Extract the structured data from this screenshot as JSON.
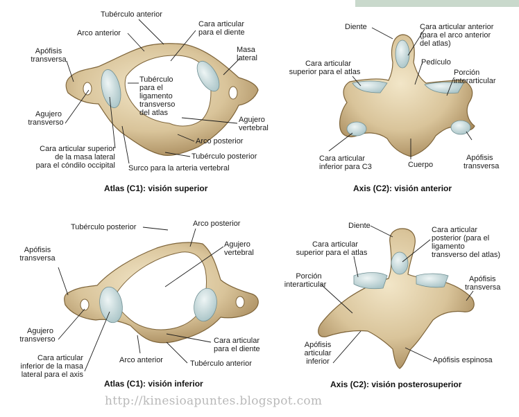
{
  "colors": {
    "bone": "#d9c49a",
    "bone_dark": "#a8895a",
    "bone_light": "#efe3c4",
    "cartilage": "#cfe0e2",
    "band": "#c9d9cc",
    "leader": "#1a1a1a"
  },
  "atlas_sup": {
    "caption": "Atlas (C1): visión superior",
    "tuberculo_anterior": "Tubérculo anterior",
    "arco_anterior": "Arco anterior",
    "cara_diente_1": "Cara articular",
    "cara_diente_2": "para el diente",
    "apofisis_1": "Apófisis",
    "apofisis_2": "transversa",
    "masa_1": "Masa",
    "masa_2": "lateral",
    "tub_lig_1": "Tubérculo",
    "tub_lig_2": "para el",
    "tub_lig_3": "ligamento",
    "tub_lig_4": "transverso",
    "tub_lig_5": "del atlas",
    "agujero_tr_1": "Agujero",
    "agujero_tr_2": "transverso",
    "agujero_v_1": "Agujero",
    "agujero_v_2": "vertebral",
    "arco_posterior": "Arco posterior",
    "cara_sup_1": "Cara articular superior",
    "cara_sup_2": "de la masa lateral",
    "cara_sup_3": "para el cóndilo occipital",
    "tuberculo_posterior": "Tubérculo posterior",
    "surco": "Surco para la arteria vertebral"
  },
  "axis_ant": {
    "caption": "Axis (C2): visión anterior",
    "diente": "Diente",
    "cara_ant_1": "Cara articular anterior",
    "cara_ant_2": "(para el arco anterior",
    "cara_ant_3": "del atlas)",
    "cara_sup_1": "Cara articular",
    "cara_sup_2": "superior para el atlas",
    "pediculo": "Pedículo",
    "porcion_1": "Porción",
    "porcion_2": "interarticular",
    "cara_inf_1": "Cara articular",
    "cara_inf_2": "inferior para C3",
    "cuerpo": "Cuerpo",
    "apofisis_1": "Apófisis",
    "apofisis_2": "transversa"
  },
  "atlas_inf": {
    "caption": "Atlas (C1): visión inferior",
    "tuberculo_posterior": "Tubérculo posterior",
    "arco_posterior": "Arco posterior",
    "agujero_v_1": "Agujero",
    "agujero_v_2": "vertebral",
    "apofisis_1": "Apófisis",
    "apofisis_2": "transversa",
    "agujero_tr_1": "Agujero",
    "agujero_tr_2": "transverso",
    "cara_inf_1": "Cara articular",
    "cara_inf_2": "inferior de la masa",
    "cara_inf_3": "lateral para el axis",
    "cara_diente_1": "Cara articular",
    "cara_diente_2": "para el diente",
    "arco_anterior": "Arco anterior",
    "tuberculo_anterior": "Tubérculo anterior"
  },
  "axis_post": {
    "caption": "Axis (C2): visión posterosuperior",
    "diente": "Diente",
    "cara_post_1": "Cara articular",
    "cara_post_2": "posterior (para el",
    "cara_post_3": "ligamento",
    "cara_post_4": "transverso del atlas)",
    "cara_sup_1": "Cara articular",
    "cara_sup_2": "superior para el atlas",
    "apofisis_1": "Apófisis",
    "apofisis_2": "transversa",
    "porcion_1": "Porción",
    "porcion_2": "interarticular",
    "apof_art_1": "Apófisis",
    "apof_art_2": "articular",
    "apof_art_3": "inferior",
    "espinosa": "Apófisis espinosa"
  },
  "watermark": "http://kinesioapuntes.blogspot.com"
}
